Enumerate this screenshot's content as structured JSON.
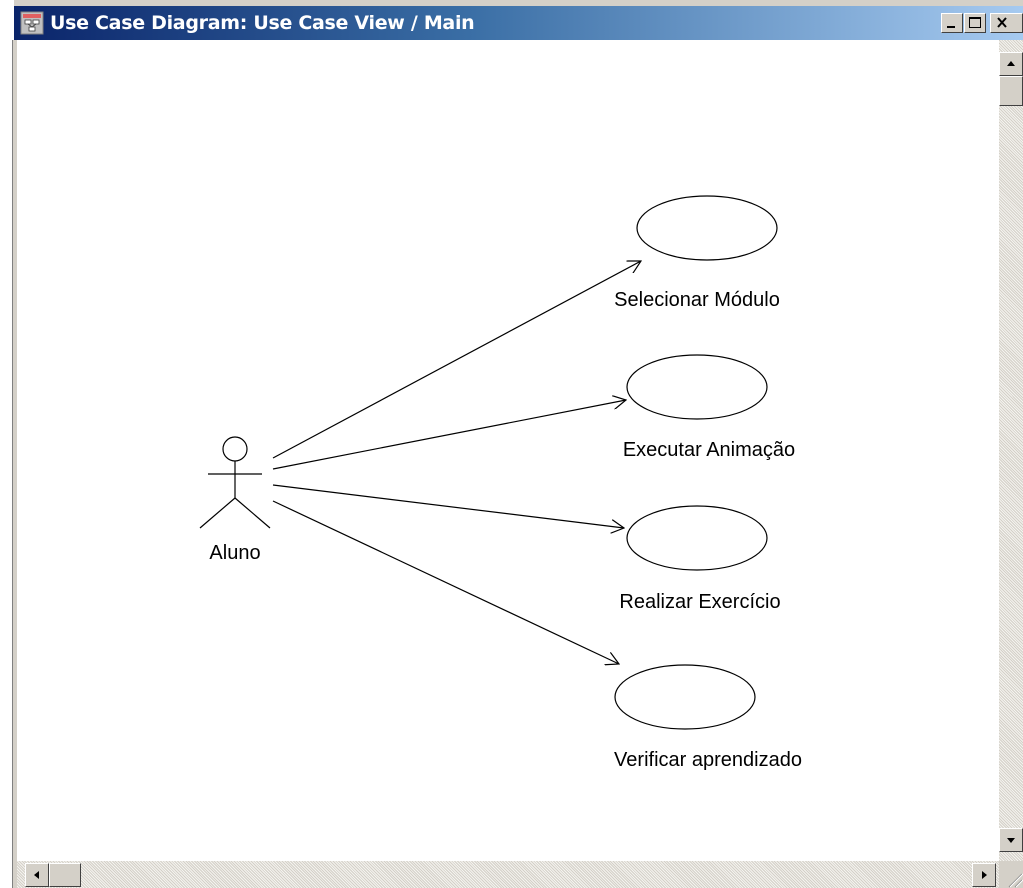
{
  "window": {
    "title": "Use Case Diagram: Use Case View / Main"
  },
  "diagram": {
    "actor": {
      "name": "Aluno"
    },
    "use_cases": [
      {
        "label": "Selecionar Módulo"
      },
      {
        "label": "Executar Animação"
      },
      {
        "label": "Realizar Exercício"
      },
      {
        "label": "Verificar aprendizado"
      }
    ]
  },
  "icons": {
    "window_icon": "diagram-window-icon",
    "minimize": "minimize-icon",
    "maximize": "maximize-icon",
    "close": "close-icon",
    "scroll_up": "arrow-up-icon",
    "scroll_down": "arrow-down-icon",
    "scroll_left": "arrow-left-icon",
    "scroll_right": "arrow-right-icon"
  }
}
